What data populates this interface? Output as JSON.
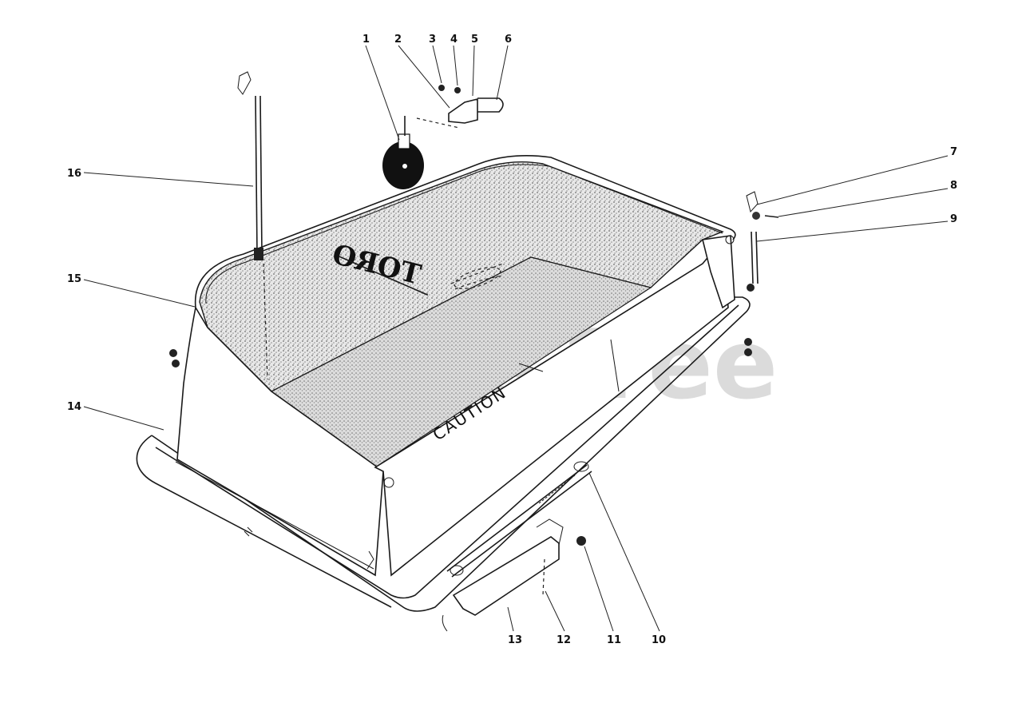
{
  "diagram": {
    "brand_mark": "TORO",
    "warning_label": "CAUTION",
    "watermark": "PartsTree",
    "callouts": [
      {
        "id": "c1",
        "label": "1"
      },
      {
        "id": "c2",
        "label": "2"
      },
      {
        "id": "c3",
        "label": "3"
      },
      {
        "id": "c4",
        "label": "4"
      },
      {
        "id": "c5",
        "label": "5"
      },
      {
        "id": "c6",
        "label": "6"
      },
      {
        "id": "c7",
        "label": "7"
      },
      {
        "id": "c8",
        "label": "8"
      },
      {
        "id": "c9",
        "label": "9"
      },
      {
        "id": "c10",
        "label": "10"
      },
      {
        "id": "c11",
        "label": "11"
      },
      {
        "id": "c12",
        "label": "12"
      },
      {
        "id": "c13",
        "label": "13"
      },
      {
        "id": "c14",
        "label": "14"
      },
      {
        "id": "c15",
        "label": "15"
      },
      {
        "id": "c16",
        "label": "16"
      }
    ]
  }
}
